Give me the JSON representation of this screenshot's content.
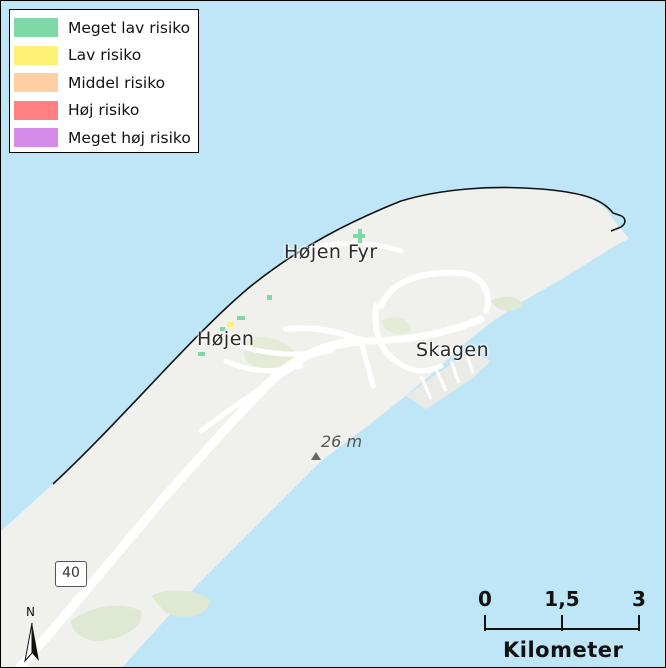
{
  "legend": {
    "items": [
      {
        "label": "Meget lav risiko",
        "color": "#7fd9a6"
      },
      {
        "label": "Lav risiko",
        "color": "#fff176"
      },
      {
        "label": "Middel risiko",
        "color": "#ffcfa3"
      },
      {
        "label": "Høj risiko",
        "color": "#ff8080"
      },
      {
        "label": "Meget høj risiko",
        "color": "#d58ce8"
      }
    ]
  },
  "places": {
    "hojen_fyr": "Højen Fyr",
    "hojen": "Højen",
    "skagen": "Skagen"
  },
  "elevation": "26 m",
  "road_shield": "40",
  "scale_bar": {
    "ticks": [
      "0",
      "1,5",
      "3"
    ],
    "unit": "Kilometer"
  },
  "north_arrow": "N",
  "colors": {
    "sea": "#bfe6f7",
    "land": "#f0f0ec",
    "vegetation": "#dfe8d2",
    "roads": "#ffffff"
  }
}
